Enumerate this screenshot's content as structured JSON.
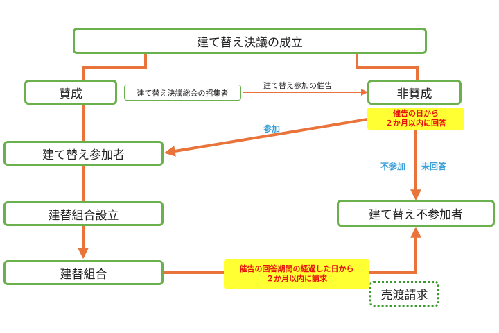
{
  "nodes": {
    "top": "建て替え決議の成立",
    "sansei": "賛成",
    "hisansei": "非賛成",
    "participant": "建て替え参加者",
    "association_setup": "建替組合設立",
    "association": "建替組合",
    "non_participant": "建て替え不参加者",
    "sale_request": "売渡請求"
  },
  "convener": "建て替え決議総会の招集者",
  "edge_labels": {
    "demand": "建て替え参加の催告",
    "join": "参加",
    "no_join": "不参加",
    "no_answer": "未回答"
  },
  "notes": {
    "reply": {
      "line1": "催告の日から",
      "line2": "２か月以内に回答"
    },
    "request": {
      "line1": "催告の回答期間の経過した日から",
      "line2": "２か月以内に請求"
    }
  },
  "colors": {
    "box_border": "#6ab04c",
    "arrow": "#e8743b",
    "note_bg": "#ffff33",
    "note_text": "#e8120c",
    "label_blue": "#3aa0d8"
  }
}
